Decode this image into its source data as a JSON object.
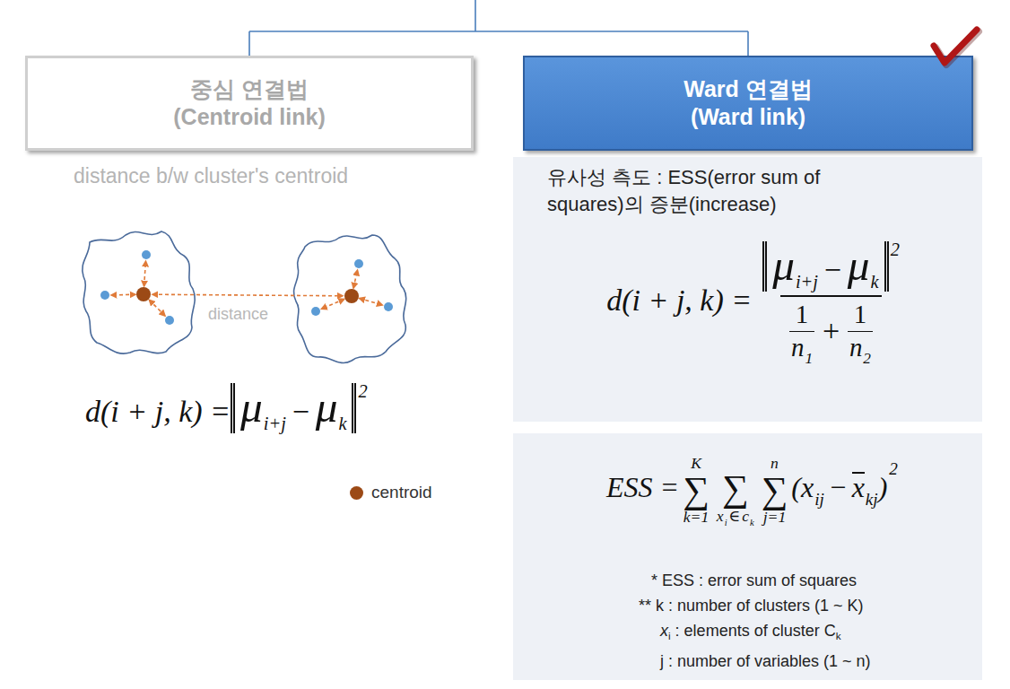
{
  "diagram": {
    "nodes": [
      {
        "text": [
          "중심 연결법 (Centroid link)"
        ]
      },
      {
        "text": [
          "Ward 연결법 (Ward link)"
        ]
      },
      {
        "text": [
          "유사성 측도 : ESS(error sum of squares)의 증분(increase)",
          "d(i + j, k) =",
          "μ",
          "i+j",
          "−",
          "μ",
          "k",
          "2",
          "1",
          "n",
          "1",
          "+",
          "1",
          "n",
          "2"
        ]
      },
      {
        "text": [
          "ESS =",
          "K",
          "∑",
          "k=1",
          "∑",
          "x",
          "i",
          "∈",
          "c",
          "k",
          "n",
          "∑",
          "j=1",
          "(x",
          "ij",
          "−",
          "x",
          "kj",
          ")",
          "2",
          "* ESS : error sum of squares",
          "** k : number of clusters (1 ~ K)",
          "x",
          "i",
          ": elements of cluster C",
          "k",
          "j : number of variables (1 ~ n)"
        ]
      }
    ],
    "labels": [
      "distance b/w cluster's centroid",
      "distance",
      "d(i + j, k) =",
      "μ",
      "i+j",
      "−",
      "μ",
      "k",
      "2"
    ],
    "legend": [
      {
        "text": "centroid",
        "color": "#9c4a16"
      }
    ]
  }
}
